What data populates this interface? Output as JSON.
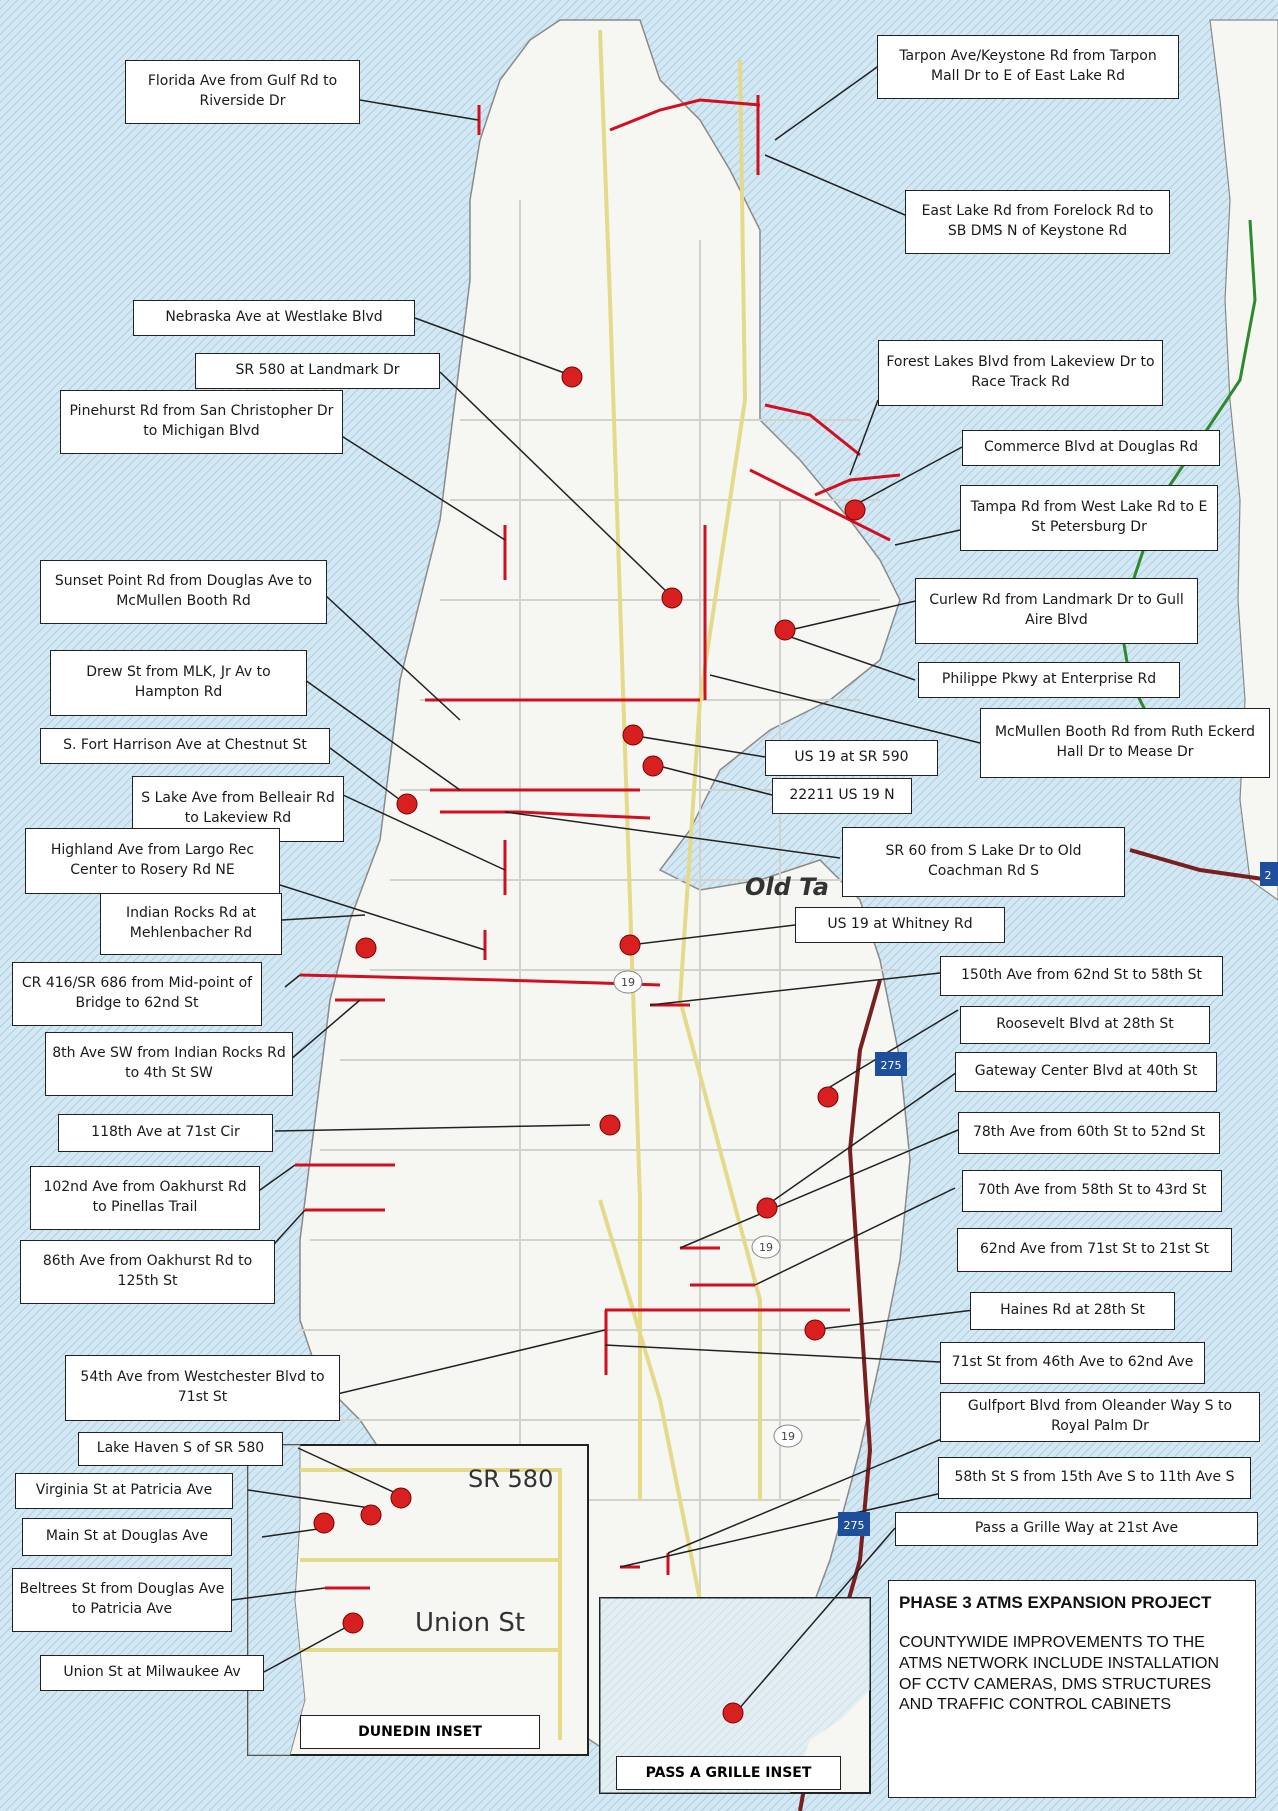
{
  "map": {
    "colors": {
      "water": "#cfe6f2",
      "land": "#f7f7f4",
      "road": "#d6d6d0",
      "highway": "#e6dc8c",
      "project": "#d01020",
      "interstate": "#7a1f1f",
      "greenRoute": "#2f8a2f"
    },
    "place_labels": {
      "old_tampa": "Old Ta",
      "route_19_a": "19",
      "route_19_b": "19",
      "route_19_c": "19",
      "i275_a": "275",
      "i275_b": "275",
      "i2": "2"
    }
  },
  "labels": [
    "Florida Ave from Gulf Rd to Riverside Dr",
    "Tarpon Ave/Keystone Rd from Tarpon Mall Dr to E of East Lake Rd",
    "East Lake Rd from Forelock Rd to SB DMS N of Keystone Rd",
    "Nebraska Ave at Westlake Blvd",
    "SR 580 at Landmark Dr",
    "Forest Lakes Blvd from Lakeview Dr to Race Track Rd",
    "Pinehurst Rd from San Christopher Dr to Michigan Blvd",
    "Commerce Blvd at Douglas Rd",
    "Tampa Rd from West Lake Rd to E St Petersburg Dr",
    "Sunset Point Rd from Douglas Ave to McMullen Booth Rd",
    "Curlew Rd from Landmark Dr to Gull Aire Blvd",
    "Drew St from MLK, Jr Av to Hampton Rd",
    "Philippe Pkwy at Enterprise Rd",
    "S. Fort Harrison Ave at Chestnut St",
    "McMullen Booth Rd from Ruth Eckerd Hall Dr to Mease Dr",
    "US 19 at SR 590",
    "S Lake Ave from Belleair Rd to Lakeview Rd",
    "22211 US 19 N",
    "Highland Ave from Largo Rec Center to Rosery Rd NE",
    "SR 60 from S Lake Dr to Old Coachman Rd S",
    "Indian Rocks Rd at Mehlenbacher Rd",
    "US 19 at Whitney Rd",
    "CR 416/SR 686 from Mid-point of Bridge to 62nd St",
    "150th Ave from 62nd St to 58th St",
    "Roosevelt Blvd at 28th St",
    "8th Ave SW from Indian Rocks Rd to 4th St SW",
    "Gateway Center Blvd at 40th St",
    "118th Ave at 71st Cir",
    "78th Ave from 60th St to 52nd St",
    "102nd Ave from Oakhurst Rd to Pinellas Trail",
    "70th Ave from 58th St to 43rd St",
    "86th Ave from Oakhurst Rd to 125th St",
    "62nd Ave from 71st St to 21st St",
    "Haines Rd at 28th St",
    "54th Ave from Westchester Blvd to 71st St",
    "71st St from 46th Ave to 62nd Ave",
    "Gulfport Blvd from Oleander Way S to Royal Palm Dr",
    "Lake Haven S of SR 580",
    "58th St S from 15th Ave S to 11th Ave S",
    "Virginia St at Patricia Ave",
    "Pass a Grille Way at 21st Ave",
    "Main St at Douglas Ave",
    "Beltrees St from Douglas Ave to Patricia Ave",
    "Union St at Milwaukee Av"
  ],
  "dunedin_inset": {
    "title": "DUNEDIN INSET",
    "sr580": "SR 580",
    "union_st": "Union St"
  },
  "pass_a_grille_inset": {
    "title": "PASS A GRILLE INSET"
  },
  "project": {
    "title": "PHASE 3 ATMS EXPANSION PROJECT",
    "description": "COUNTYWIDE IMPROVEMENTS TO THE ATMS NETWORK INCLUDE INSTALLATION OF CCTV CAMERAS, DMS STRUCTURES AND TRAFFIC CONTROL CABINETS"
  }
}
